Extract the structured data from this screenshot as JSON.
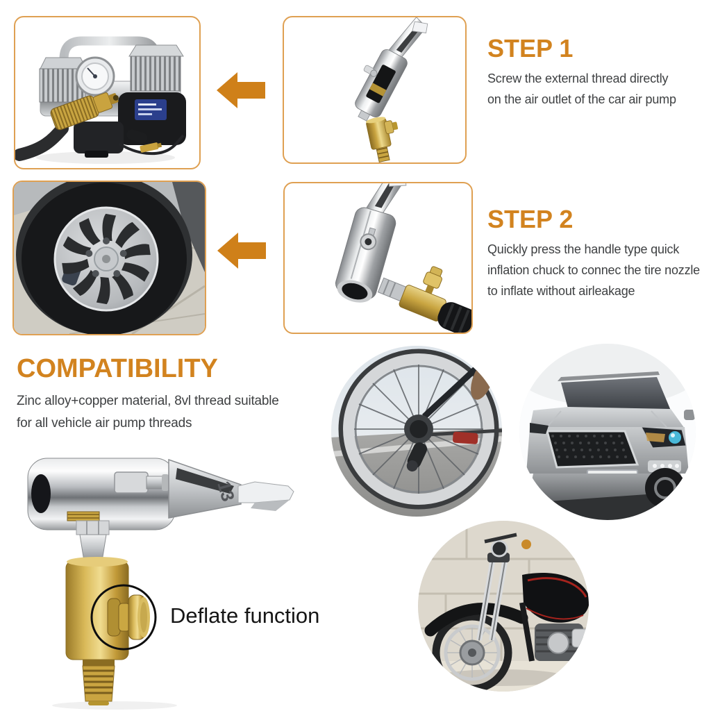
{
  "colors": {
    "accent": "#D2831F",
    "arrow": "#CF8019",
    "box_border": "#DFA052",
    "body_text": "#3E4042",
    "label_text": "#151515"
  },
  "steps": [
    {
      "title": "STEP 1",
      "body": "Screw the external thread directly\non the air outlet of the car air pump"
    },
    {
      "title": "STEP 2",
      "body": "Quickly press the handle type quick\ninflation chuck to connec the tire nozzle\nto inflate without airleakage"
    }
  ],
  "compatibility": {
    "title": "COMPATIBILITY",
    "body": "Zinc alloy+copper material, 8vl thread suitable\nfor all vehicle air pump threads"
  },
  "deflate_label": "Deflate function",
  "product": {
    "marking": "13"
  },
  "photo_alts": {
    "compressor": "car air pump compressor",
    "chuck_step1": "inflation chuck with brass valve",
    "tire": "car wheel tire",
    "chuck_hose": "inflation chuck on air hose",
    "product_large": "tire chuck with deflate valve",
    "bicycle": "bicycle wheel",
    "car": "car front",
    "motorcycle": "motorcycle"
  }
}
